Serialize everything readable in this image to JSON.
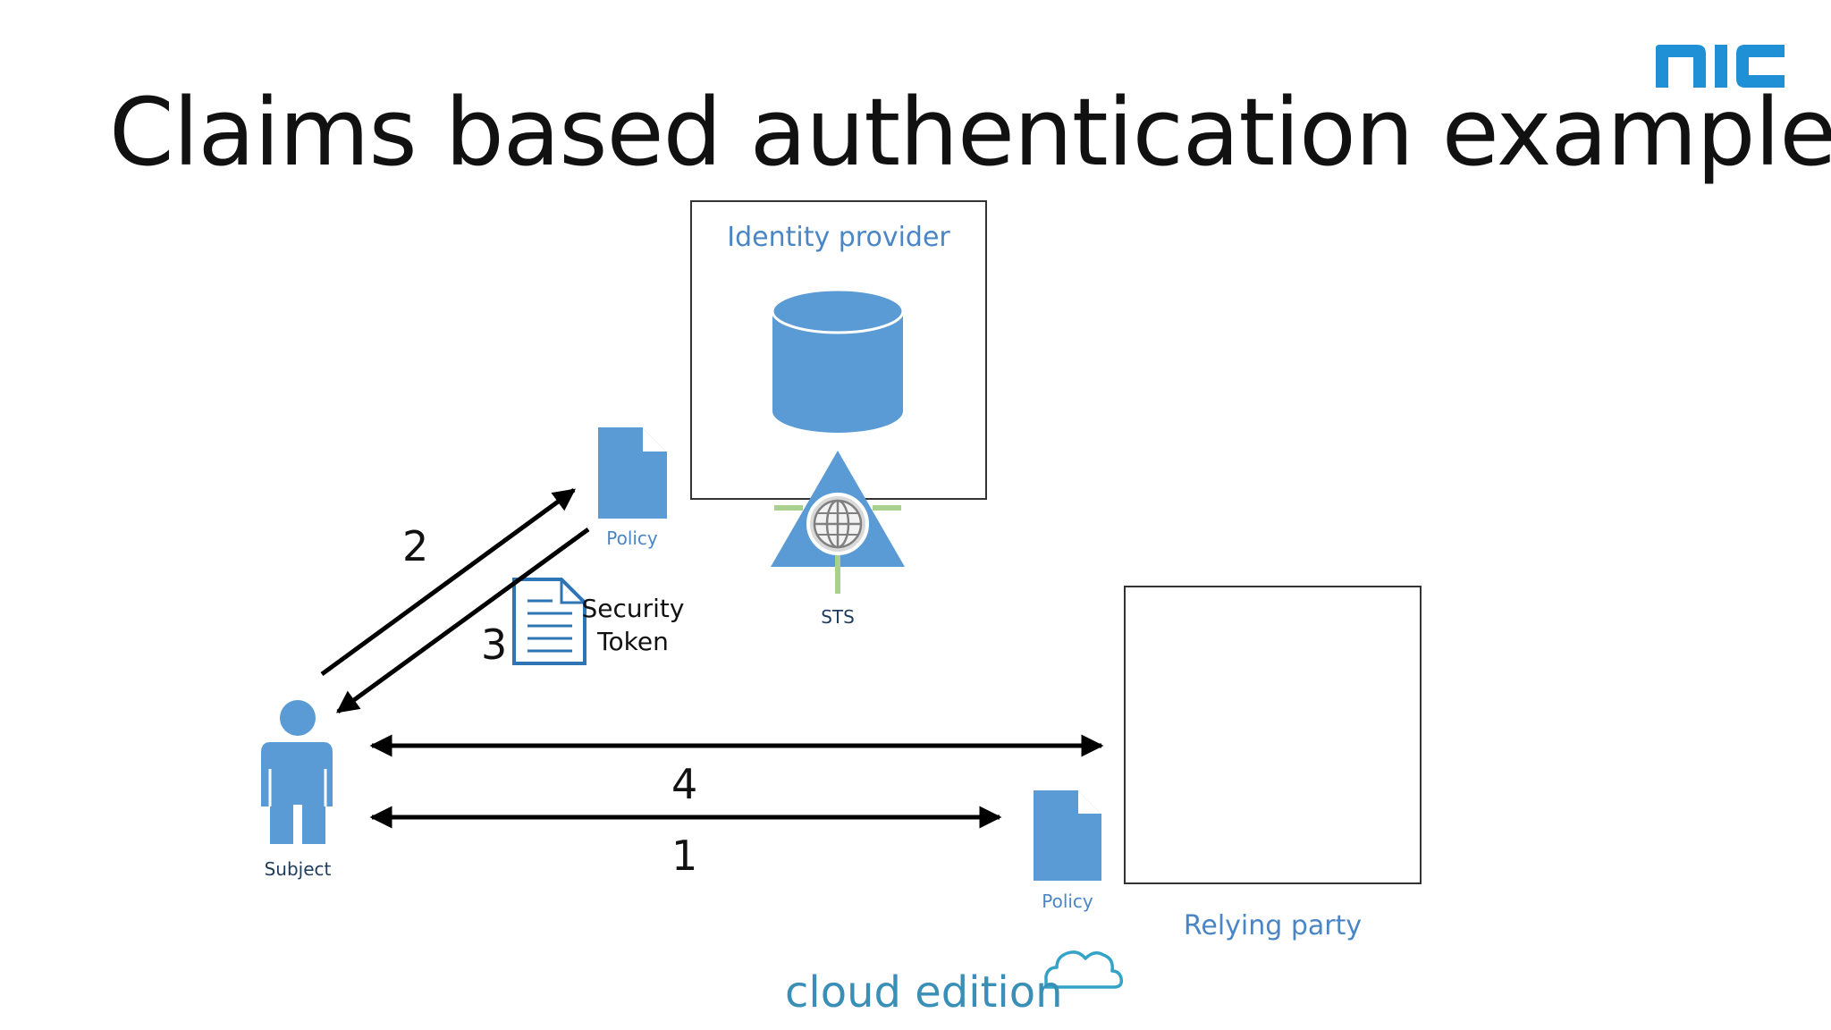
{
  "slide": {
    "title": "Claims based authentication example",
    "logo": "nic",
    "footer_brand": "cloud edition"
  },
  "diagram": {
    "identity_provider": {
      "label": "Identity provider"
    },
    "sts": {
      "label": "STS"
    },
    "relying_party": {
      "label": "Relying party"
    },
    "subject": {
      "label": "Subject"
    },
    "policy_top": {
      "label": "Policy"
    },
    "policy_bottom": {
      "label": "Policy"
    },
    "security_token": {
      "line1": "Security",
      "line2": "Token"
    },
    "steps": {
      "s1": "1",
      "s2": "2",
      "s3": "3",
      "s4": "4"
    }
  },
  "colors": {
    "accent_blue": "#5b9bd5",
    "label_blue": "#4a86c5",
    "logo_blue": "#1f8fd6",
    "sts_green": "#a9d18e"
  },
  "icons": [
    "database-icon",
    "globe-icon",
    "document-icon",
    "person-icon",
    "cloud-icon"
  ]
}
